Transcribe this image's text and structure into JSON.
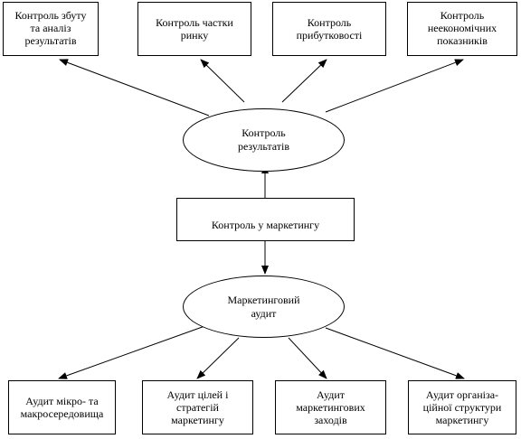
{
  "top_boxes": [
    "Контроль збуту\nта аналіз\nрезультатів",
    "Контроль частки\nринку",
    "Контроль\nприбутковості",
    "Контроль\nнеекономічних\nпоказників"
  ],
  "results_oval": "Контроль\nрезультатів",
  "center_box": "Контроль у маркетингу",
  "audit_oval": "Маркетинговий\nаудит",
  "bottom_boxes": [
    "Аудит мікро- та\nмакросередовища",
    "Аудит цілей і\nстратегій\nмаркетингу",
    "Аудит\nмаркетингових\nзаходів",
    "Аудит організа-\nційної структури\nмаркетингу"
  ]
}
